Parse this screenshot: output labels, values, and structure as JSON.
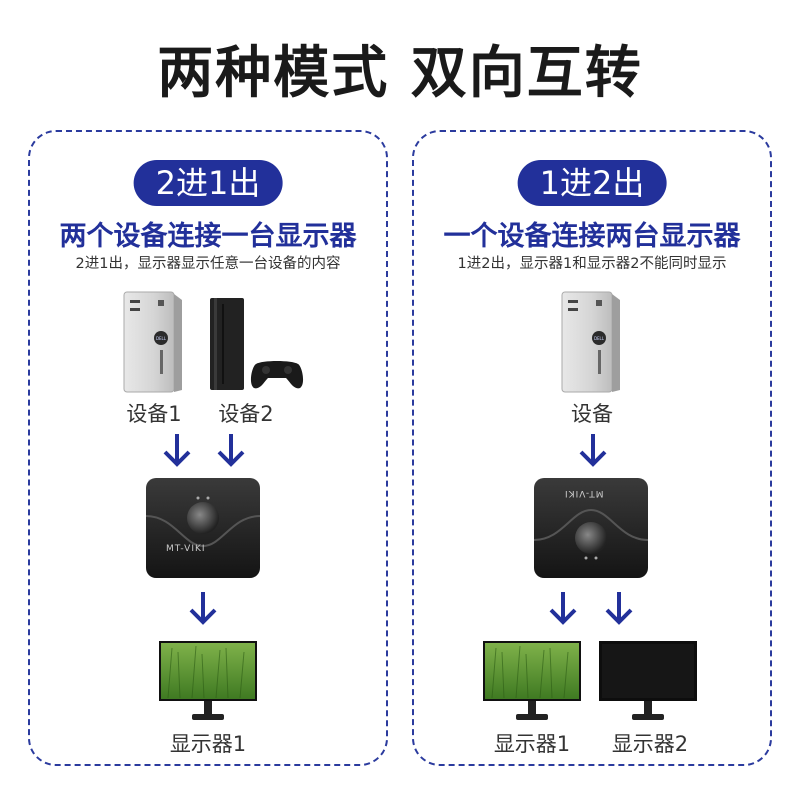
{
  "title": "两种模式 双向互转",
  "left": {
    "mode": "2进1出",
    "subtitle": "两个设备连接一台显示器",
    "desc": "2进1出，显示器显示任意一台设备的内容",
    "device1_label": "设备1",
    "device2_label": "设备2",
    "monitor_label": "显示器1",
    "switch_brand": "MT-VIKI"
  },
  "right": {
    "mode": "1进2出",
    "subtitle": "一个设备连接两台显示器",
    "desc": "1进2出，显示器1和显示器2不能同时显示",
    "device_label": "设备",
    "monitor1_label": "显示器1",
    "monitor2_label": "显示器2",
    "switch_brand": "MT-VIKI"
  },
  "colors": {
    "accent": "#22309a",
    "border": "#2b3b9e",
    "grass": "#4a8a2e",
    "device": "#1e1e1e"
  }
}
